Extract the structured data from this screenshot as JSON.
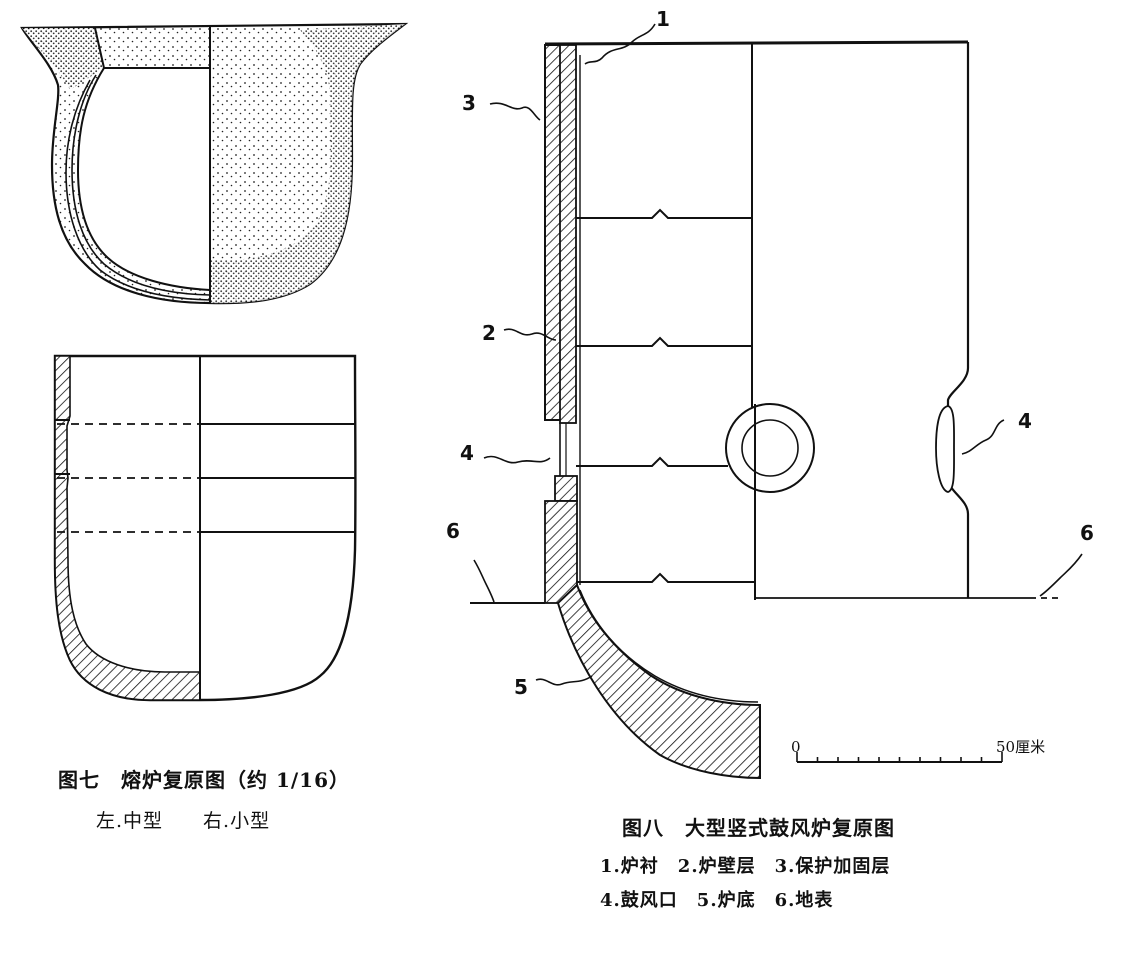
{
  "fig7": {
    "title": "图七　熔炉复原图（约 1/16）",
    "subtitle": "左.中型　　右.小型"
  },
  "fig8": {
    "title": "图八　大型竖式鼓风炉复原图",
    "legend_line1": "1.炉衬　2.炉壁层　3.保护加固层",
    "legend_line2": "4.鼓风口　5.炉底　6.地表",
    "labels": {
      "l1": "1",
      "l2": "2",
      "l3": "3",
      "l4_left": "4",
      "l4_right": "4",
      "l5": "5",
      "l6_left": "6",
      "l6_right": "6"
    },
    "scale": {
      "zero": "0",
      "end": "50厘米"
    }
  }
}
